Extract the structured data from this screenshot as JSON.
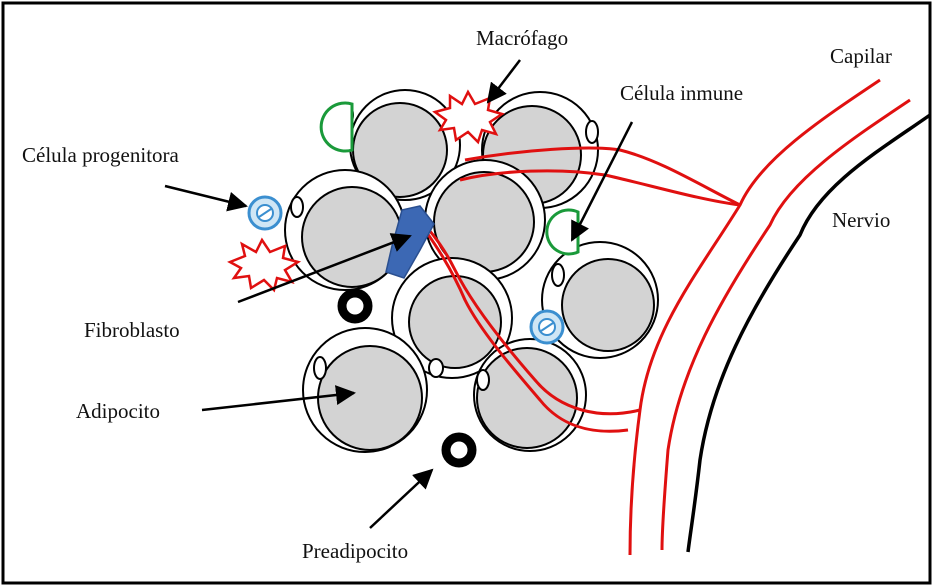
{
  "labels": {
    "macrofago": "Macrófago",
    "capilar": "Capilar",
    "celula_inmune": "Célula inmune",
    "celula_progenitora": "Célula progenitora",
    "nervio": "Nervio",
    "fibroblasto": "Fibroblasto",
    "adipocito": "Adipocito",
    "preadipocito": "Preadipocito"
  },
  "colors": {
    "capillary": "#e01010",
    "nerve": "#000000",
    "adipocyte_fill": "#d3d3d3",
    "immune_cell": "#1a9a3a",
    "progenitor_cell": "#3b8fd0",
    "fibroblast": "#3c68b4",
    "macrophage": "#e01010",
    "preadipocyte": "#000000"
  }
}
